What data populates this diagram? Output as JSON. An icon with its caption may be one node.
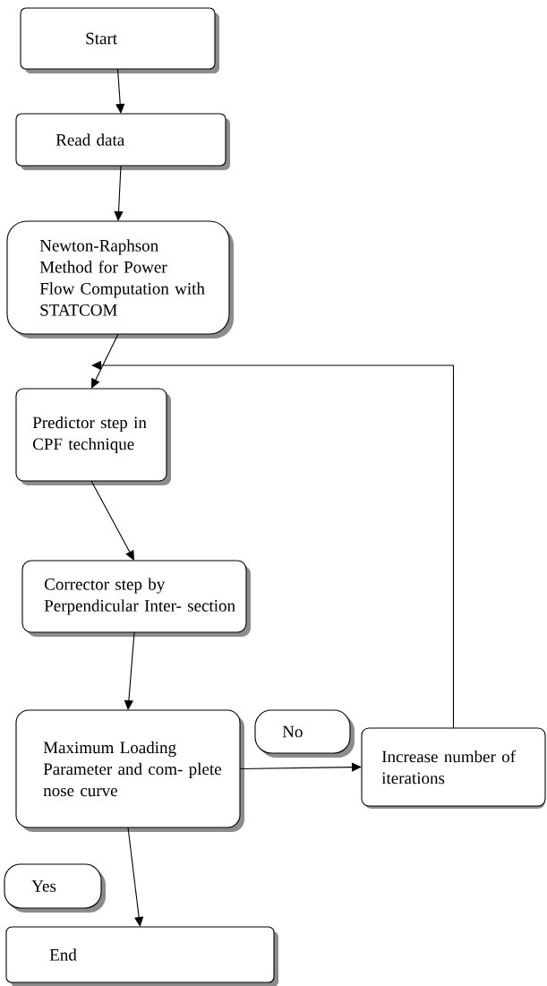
{
  "diagram": {
    "nodes": [
      {
        "text": [
          "Start"
        ]
      },
      {
        "text": [
          "Read data"
        ]
      },
      {
        "text": [
          "Newton-Raphson Method for Power Flow Computation with STATCOM"
        ]
      },
      {
        "text": [
          "Predictor step in CPF technique"
        ]
      },
      {
        "text": [
          "Corrector step by Perpendicular Inter- section"
        ]
      },
      {
        "text": [
          "Maximum Loading Parameter and com- plete nose curve"
        ]
      },
      {
        "text": [
          "No"
        ]
      },
      {
        "text": [
          "Increase number of iterations"
        ]
      },
      {
        "text": [
          "Yes"
        ]
      },
      {
        "text": [
          "End"
        ]
      }
    ],
    "edges": [
      {
        "from": 0,
        "to": 1,
        "arrow": "to"
      },
      {
        "from": 1,
        "to": 2,
        "arrow": "to"
      },
      {
        "from": 2,
        "to": 3,
        "arrow": "to"
      },
      {
        "from": 3,
        "to": 4,
        "arrow": "to"
      },
      {
        "from": 4,
        "to": 5,
        "arrow": "to"
      },
      {
        "from": 5,
        "to": 7,
        "arrow": "to"
      },
      {
        "from": 7,
        "to": 3,
        "arrow": "to"
      },
      {
        "from": 5,
        "to": 9,
        "arrow": "to"
      }
    ]
  }
}
